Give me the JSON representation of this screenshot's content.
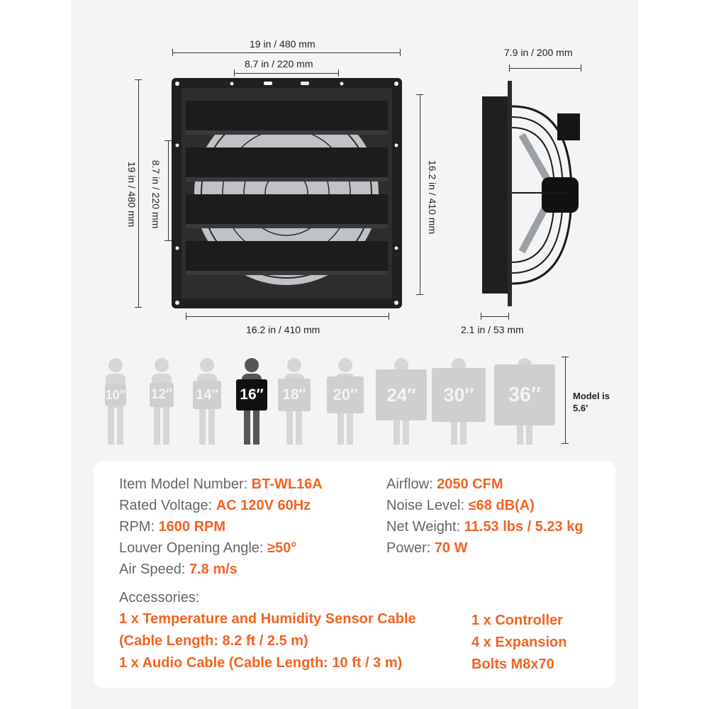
{
  "dimensions": {
    "front_width": "19 in / 480 mm",
    "front_hole_spacing": "8.7 in / 220 mm",
    "front_height": "19 in / 480 mm",
    "front_inner_height": "8.7 in / 220 mm",
    "front_opening_height": "16.2 in / 410 mm",
    "front_opening_width": "16.2 in / 410 mm",
    "side_depth": "7.9 in / 200 mm",
    "side_frame_depth": "2.1 in / 53 mm"
  },
  "sizes": [
    {
      "label": "10″",
      "selected": false
    },
    {
      "label": "12″",
      "selected": false
    },
    {
      "label": "14″",
      "selected": false
    },
    {
      "label": "16″",
      "selected": true
    },
    {
      "label": "18″",
      "selected": false
    },
    {
      "label": "20″",
      "selected": false
    },
    {
      "label": "24″",
      "selected": false
    },
    {
      "label": "30″",
      "selected": false
    },
    {
      "label": "36″",
      "selected": false
    }
  ],
  "model_note": {
    "line1": "Model is",
    "line2": "5.6′"
  },
  "specs": {
    "model_label": "Item Model Number: ",
    "model_value": "BT-WL16A",
    "voltage_label": "Rated Voltage: ",
    "voltage_value": "AC 120V 60Hz",
    "rpm_label": "RPM: ",
    "rpm_value": "1600 RPM",
    "louver_label": "Louver Opening Angle: ",
    "louver_value": "≥50°",
    "airspeed_label": "Air Speed: ",
    "airspeed_value": "7.8 m/s",
    "airflow_label": "Airflow: ",
    "airflow_value": "2050 CFM",
    "noise_label": "Noise Level: ",
    "noise_value": "≤68 dB(A)",
    "weight_label": "Net Weight: ",
    "weight_value": " 11.53 lbs / 5.23 kg",
    "power_label": "Power: ",
    "power_value": "70 W"
  },
  "accessories": {
    "title": "Accessories:",
    "left1": "1 x Temperature and Humidity Sensor Cable",
    "left2": "(Cable Length: 8.2 ft / 2.5 m)",
    "left3": "1 x Audio Cable (Cable Length: 10 ft / 3 m)",
    "right1": "1 x Controller",
    "right2": "4 x Expansion",
    "right3": "Bolts M8x70"
  },
  "colors": {
    "accent": "#f26322",
    "label": "#666666",
    "panel": "#1f1f1f"
  }
}
